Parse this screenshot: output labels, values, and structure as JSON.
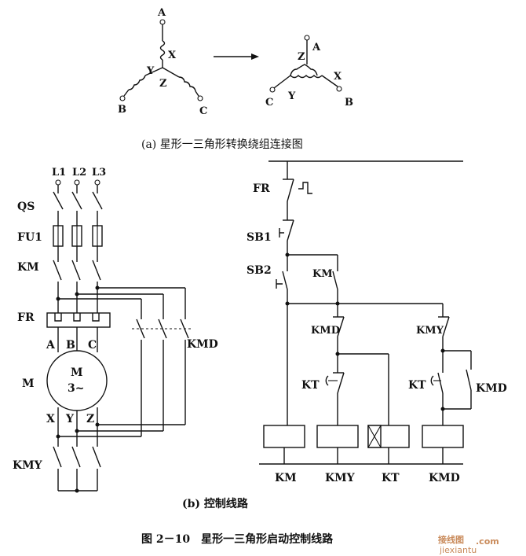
{
  "part_a": {
    "star": {
      "A": "A",
      "B": "B",
      "C": "C",
      "X": "X",
      "Y": "Y",
      "Z": "Z"
    },
    "delta": {
      "A": "A",
      "B": "B",
      "C": "C",
      "X": "X",
      "Y": "Y",
      "Z": "Z"
    },
    "caption": "(a) 星形一三角形转换绕组连接图"
  },
  "power": {
    "L1": "L1",
    "L2": "L2",
    "L3": "L3",
    "QS": "QS",
    "FU1": "FU1",
    "KM": "KM",
    "FR": "FR",
    "A": "A",
    "B": "B",
    "C": "C",
    "M": "M",
    "motor_name": "M",
    "motor_sub": "3~",
    "X": "X",
    "Y": "Y",
    "Z": "Z",
    "KMD": "KMD",
    "KMY": "KMY"
  },
  "control": {
    "FR": "FR",
    "SB1": "SB1",
    "SB2": "SB2",
    "KM_contact": "KM",
    "KMD_contact": "KMD",
    "KMY_contact": "KMY",
    "KT_left": "KT",
    "KT_right": "KT",
    "KMD_right": "KMD",
    "coils": [
      "KM",
      "KMY",
      "KT",
      "KMD"
    ]
  },
  "caption_b": "(b) 控制线路",
  "figure_caption": "图 2－10　星形一三角形启动控制线路",
  "watermark": {
    "site": "接线图",
    "domain": ".com",
    "url": "jiexiantu"
  }
}
